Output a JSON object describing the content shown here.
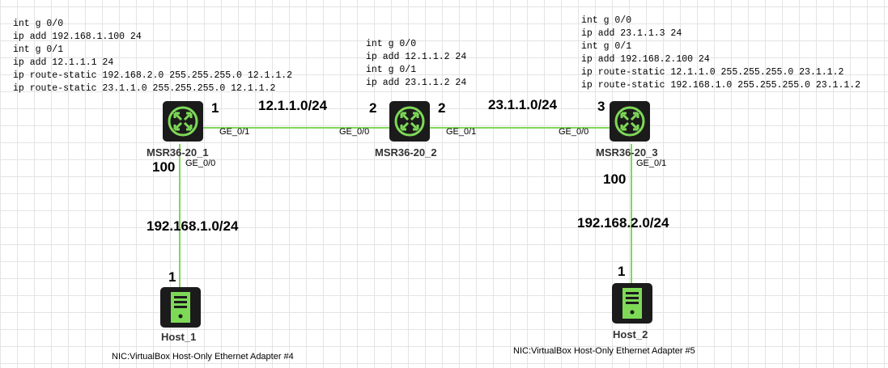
{
  "configs": {
    "r1": "int g 0/0\nip add 192.168.1.100 24\nint g 0/1\nip add 12.1.1.1 24\nip route-static 192.168.2.0 255.255.255.0 12.1.1.2\nip route-static 23.1.1.0 255.255.255.0 12.1.1.2",
    "r2": "int g 0/0\nip add 12.1.1.2 24\nint g 0/1\nip add 23.1.1.2 24",
    "r3": "int g 0/0\nip add 23.1.1.3 24\nint g 0/1\nip add 192.168.2.100 24\nip route-static 12.1.1.0 255.255.255.0 23.1.1.2\nip route-static 192.168.1.0 255.255.255.0 23.1.1.2"
  },
  "devices": {
    "r1": "MSR36-20_1",
    "r2": "MSR36-20_2",
    "r3": "MSR36-20_3",
    "h1": "Host_1",
    "h2": "Host_2"
  },
  "nics": {
    "h1": "NIC:VirtualBox Host-Only Ethernet Adapter #4",
    "h2": "NIC:VirtualBox Host-Only Ethernet Adapter #5"
  },
  "networks": {
    "n12": "12.1.1.0/24",
    "n23": "23.1.1.0/24",
    "n1": "192.168.1.0/24",
    "n2": "192.168.2.0/24"
  },
  "hosts_octets": {
    "r1_n12": "1",
    "r2_n12": "2",
    "r2_n23": "2",
    "r3_n23": "3",
    "r1_n1": "100",
    "h1": "1",
    "r3_n2": "100",
    "h2": "1"
  },
  "ports": {
    "r1_g01": "GE_0/1",
    "r1_g00": "GE_0/0",
    "r2_g00": "GE_0/0",
    "r2_g01": "GE_0/1",
    "r3_g00": "GE_0/0",
    "r3_g01": "GE_0/1"
  },
  "colors": {
    "link": "#7ed957",
    "icon_bg": "#1b1b1b",
    "icon_fg": "#7ed957"
  }
}
